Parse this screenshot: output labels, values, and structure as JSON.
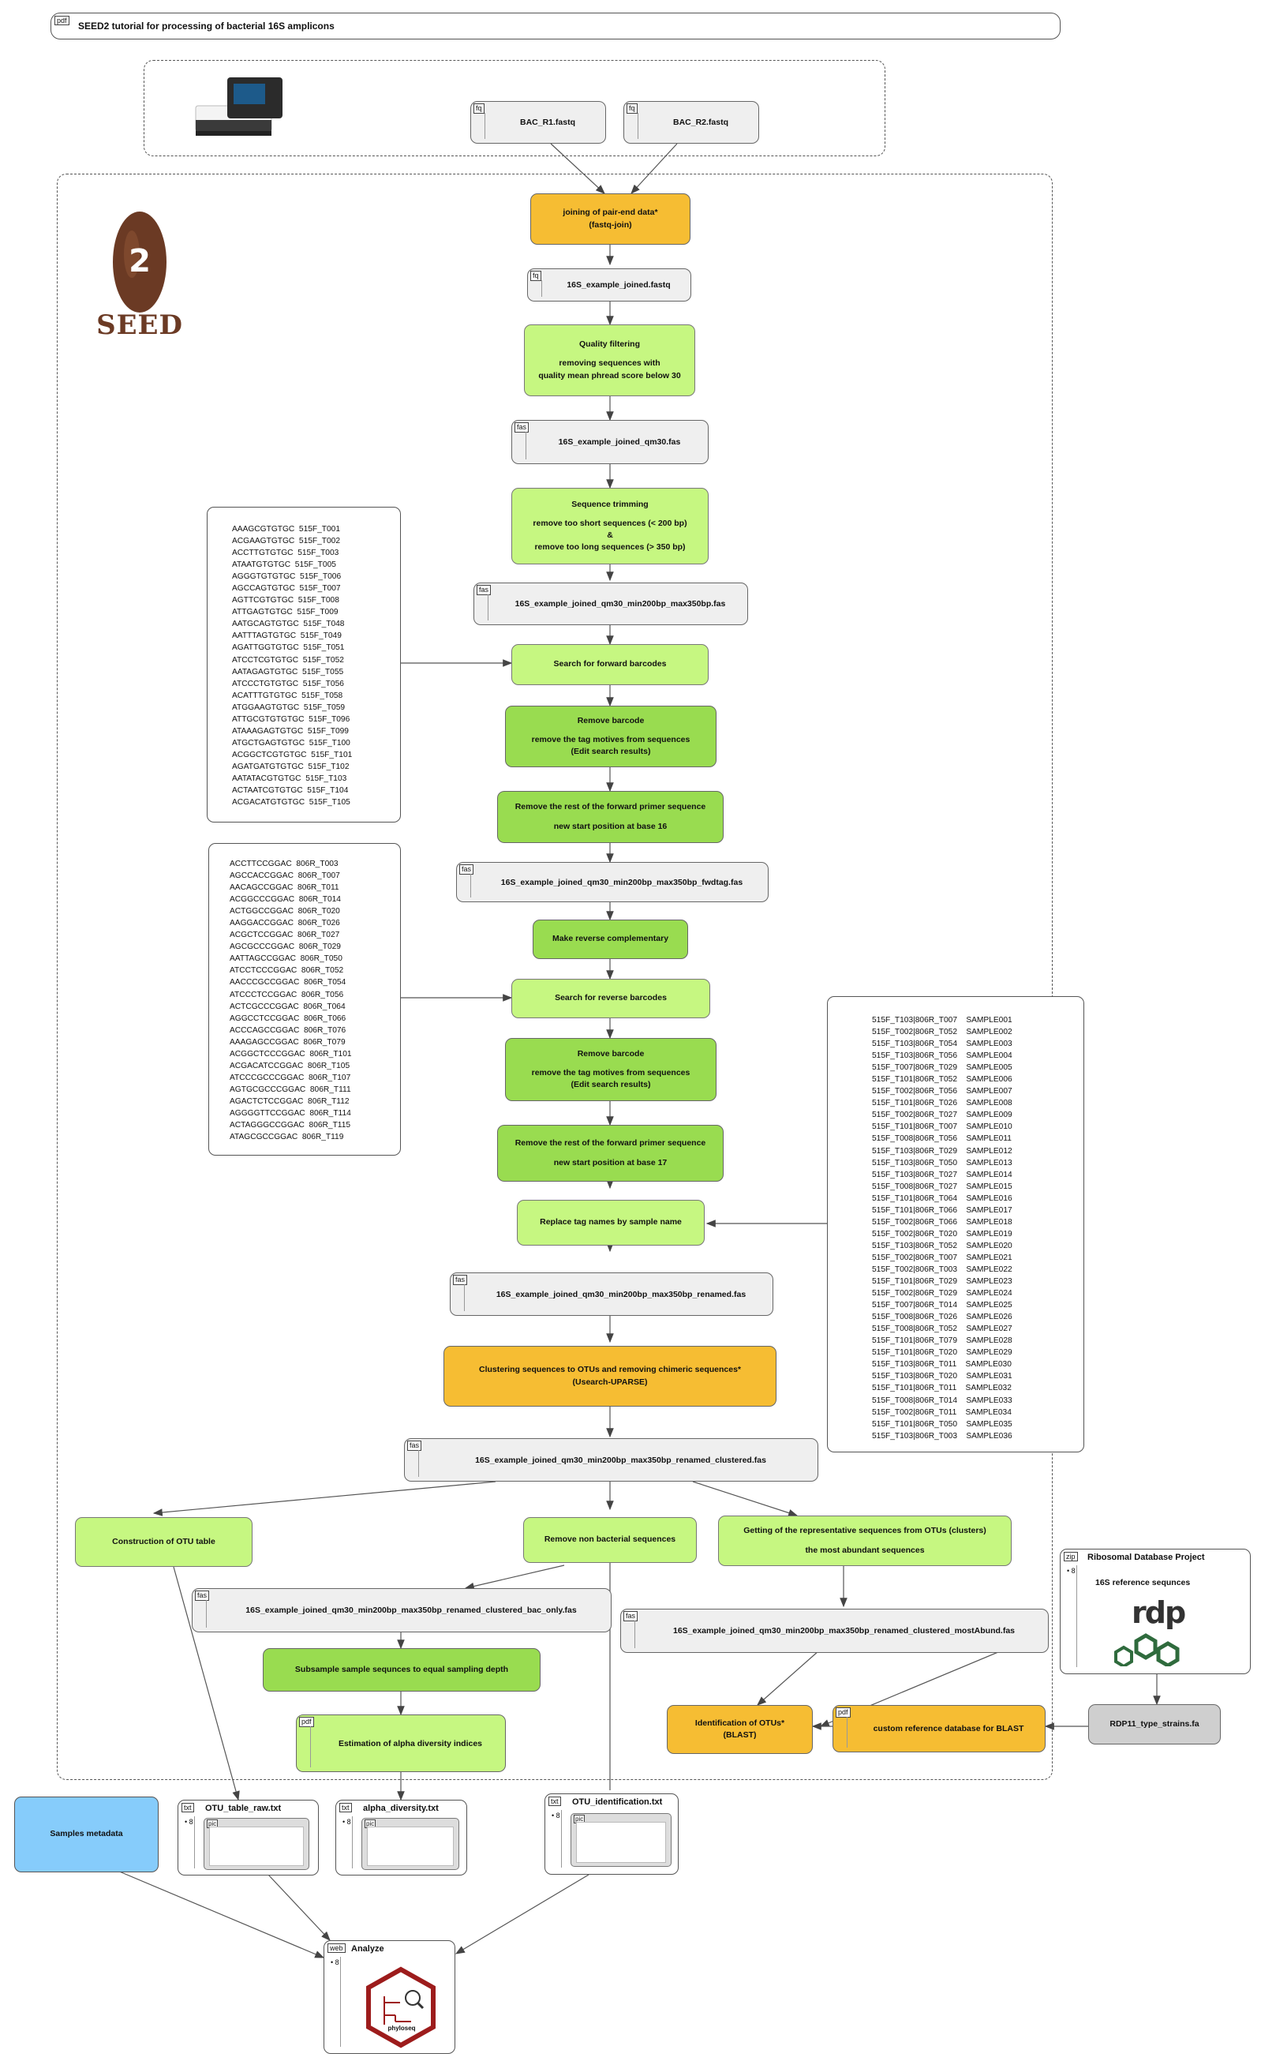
{
  "title": {
    "tag": "pdf",
    "text": "SEED2 tutorial for processing of bacterial 16S amplicons"
  },
  "logo": {
    "number": "2",
    "word": "SEED"
  },
  "inputs": {
    "r1": {
      "tag": "fq",
      "label": "BAC_R1.fastq"
    },
    "r2": {
      "tag": "fq",
      "label": "BAC_R2.fastq"
    }
  },
  "steps": {
    "join": {
      "l1": "joining of pair-end data*",
      "l2": "(fastq-join)"
    },
    "quality": {
      "l1": "Quality filtering",
      "l2": "removing sequences with",
      "l3": "quality mean phread score below 30"
    },
    "trim": {
      "l1": "Sequence trimming",
      "l2": "remove too short sequences (< 200 bp)",
      "l3": "&",
      "l4": "remove too long sequences (> 350 bp)"
    },
    "fwd_search": {
      "l1": "Search for forward barcodes"
    },
    "fwd_remove": {
      "l1": "Remove barcode",
      "l2": "remove the tag motives from sequences",
      "l3": "(Edit search results)"
    },
    "fwd_primer": {
      "l1": "Remove the rest of the forward primer sequence",
      "l2": "new start position at base 16"
    },
    "revcomp": {
      "l1": "Make reverse complementary"
    },
    "rev_search": {
      "l1": "Search for reverse barcodes"
    },
    "rev_remove": {
      "l1": "Remove barcode",
      "l2": "remove the tag motives from sequences",
      "l3": "(Edit search results)"
    },
    "rev_primer": {
      "l1": "Remove the rest of the forward primer sequence",
      "l2": "new start position at base 17"
    },
    "rename": {
      "l1": "Replace tag names by sample name"
    },
    "cluster": {
      "l1": "Clustering sequences to OTUs and removing chimeric sequences*",
      "l2": "(Usearch-UPARSE)"
    },
    "otu_table": {
      "l1": "Construction of OTU table"
    },
    "nonbac": {
      "l1": "Remove non bacterial sequences"
    },
    "repseq": {
      "l1": "Getting of the representative sequences from OTUs (clusters)",
      "l2": "the most abundant sequences"
    },
    "subsample": {
      "l1": "Subsample sample sequnces to equal sampling depth"
    },
    "identify": {
      "l1": "Identification of OTUs*",
      "l2": "(BLAST)"
    },
    "metadata": {
      "l1": "Samples metadata"
    }
  },
  "files": {
    "joined": {
      "tag": "fq",
      "label": "16S_example_joined.fastq"
    },
    "qm30": {
      "tag": "fas",
      "label": "16S_example_joined_qm30.fas"
    },
    "trimmed": {
      "tag": "fas",
      "label": "16S_example_joined_qm30_min200bp_max350bp.fas"
    },
    "fwdtag": {
      "tag": "fas",
      "label": "16S_example_joined_qm30_min200bp_max350bp_fwdtag.fas"
    },
    "renamed": {
      "tag": "fas",
      "label": "16S_example_joined_qm30_min200bp_max350bp_renamed.fas"
    },
    "clustered": {
      "tag": "fas",
      "label": "16S_example_joined_qm30_min200bp_max350bp_renamed_clustered.fas"
    },
    "bac_only": {
      "tag": "fas",
      "label": "16S_example_joined_qm30_min200bp_max350bp_renamed_clustered_bac_only.fas"
    },
    "most_abund": {
      "tag": "fas",
      "label": "16S_example_joined_qm30_min200bp_max350bp_renamed_clustered_mostAbund.fas"
    },
    "alpha": {
      "tag": "pdf",
      "label": "Estimation of alpha diversity indices"
    },
    "custom_db": {
      "tag": "pdf",
      "label": "custom reference database for BLAST"
    },
    "rdp_type": {
      "label": "RDP11_type_strains.fa"
    }
  },
  "cards": {
    "otu_raw": {
      "tag": "txt",
      "title": "OTU_table_raw.txt",
      "mark": "• 8",
      "thumb_tag": "pic"
    },
    "alpha_txt": {
      "tag": "txt",
      "title": "alpha_diversity.txt",
      "mark": "• 8",
      "thumb_tag": "pic"
    },
    "otu_ident": {
      "tag": "txt",
      "title": "OTU_identification.txt",
      "mark": "• 8",
      "thumb_tag": "pic"
    },
    "rdp": {
      "tag": "zip",
      "title": "Ribosomal Database Project",
      "subtitle": "16S reference sequnces",
      "mark": "• 8",
      "logo": "rdp"
    },
    "analyze": {
      "tag": "web",
      "title": "Analyze",
      "mark": "• 8",
      "logo": "phyloseq"
    }
  },
  "forward_barcodes": [
    "AAAGCGTGTGC  515F_T001",
    "ACGAAGTGTGC  515F_T002",
    "ACCTTGTGTGC  515F_T003",
    "ATAATGTGTGC  515F_T005",
    "AGGGTGTGTGC  515F_T006",
    "AGCCAGTGTGC  515F_T007",
    "AGTTCGTGTGC  515F_T008",
    "ATTGAGTGTGC  515F_T009",
    "AATGCAGTGTGC  515F_T048",
    "AATTTAGTGTGC  515F_T049",
    "AGATTGGTGTGC  515F_T051",
    "ATCCTCGTGTGC  515F_T052",
    "AATAGAGTGTGC  515F_T055",
    "ATCCCTGTGTGC  515F_T056",
    "ACATTTGTGTGC  515F_T058",
    "ATGGAAGTGTGC  515F_T059",
    "ATTGCGTGTGTGC  515F_T096",
    "ATAAAGAGTGTGC  515F_T099",
    "ATGCTGAGTGTGC  515F_T100",
    "ACGGCTCGTGTGC  515F_T101",
    "AGATGATGTGTGC  515F_T102",
    "AATATACGTGTGC  515F_T103",
    "ACTAATCGTGTGC  515F_T104",
    "ACGACATGTGTGC  515F_T105"
  ],
  "reverse_barcodes": [
    "ACCTTCCGGAC  806R_T003",
    "AGCCACCGGAC  806R_T007",
    "AACAGCCGGAC  806R_T011",
    "ACGGCCCGGAC  806R_T014",
    "ACTGGCCGGAC  806R_T020",
    "AAGGACCGGAC  806R_T026",
    "ACGCTCCGGAC  806R_T027",
    "AGCGCCCGGAC  806R_T029",
    "AATTAGCCGGAC  806R_T050",
    "ATCCTCCCGGAC  806R_T052",
    "AACCCGCCGGAC  806R_T054",
    "ATCCCTCCGGAC  806R_T056",
    "ACTCGCCCGGAC  806R_T064",
    "AGGCCTCCGGAC  806R_T066",
    "ACCCAGCCGGAC  806R_T076",
    "AAAGAGCCGGAC  806R_T079",
    "ACGGCTCCCGGAC  806R_T101",
    "ACGACATCCGGAC  806R_T105",
    "ATCCCGCCCGGAC  806R_T107",
    "AGTGCGCCCGGAC  806R_T111",
    "AGACTCTCCGGAC  806R_T112",
    "AGGGGTTCCGGAC  806R_T114",
    "ACTAGGGCCGGAC  806R_T115",
    "ATAGCGCCGGAC  806R_T119"
  ],
  "sample_map": [
    "515F_T103|806R_T007    SAMPLE001",
    "515F_T002|806R_T052    SAMPLE002",
    "515F_T103|806R_T054    SAMPLE003",
    "515F_T103|806R_T056    SAMPLE004",
    "515F_T007|806R_T029    SAMPLE005",
    "515F_T101|806R_T052    SAMPLE006",
    "515F_T002|806R_T056    SAMPLE007",
    "515F_T101|806R_T026    SAMPLE008",
    "515F_T002|806R_T027    SAMPLE009",
    "515F_T101|806R_T007    SAMPLE010",
    "515F_T008|806R_T056    SAMPLE011",
    "515F_T103|806R_T029    SAMPLE012",
    "515F_T103|806R_T050    SAMPLE013",
    "515F_T103|806R_T027    SAMPLE014",
    "515F_T008|806R_T027    SAMPLE015",
    "515F_T101|806R_T064    SAMPLE016",
    "515F_T101|806R_T066    SAMPLE017",
    "515F_T002|806R_T066    SAMPLE018",
    "515F_T002|806R_T020    SAMPLE019",
    "515F_T103|806R_T052    SAMPLE020",
    "515F_T002|806R_T007    SAMPLE021",
    "515F_T002|806R_T003    SAMPLE022",
    "515F_T101|806R_T029    SAMPLE023",
    "515F_T002|806R_T029    SAMPLE024",
    "515F_T007|806R_T014    SAMPLE025",
    "515F_T008|806R_T026    SAMPLE026",
    "515F_T008|806R_T052    SAMPLE027",
    "515F_T101|806R_T079    SAMPLE028",
    "515F_T101|806R_T020    SAMPLE029",
    "515F_T103|806R_T011    SAMPLE030",
    "515F_T103|806R_T020    SAMPLE031",
    "515F_T101|806R_T011    SAMPLE032",
    "515F_T008|806R_T014    SAMPLE033",
    "515F_T002|806R_T011    SAMPLE034",
    "515F_T101|806R_T050    SAMPLE035",
    "515F_T103|806R_T003    SAMPLE036"
  ],
  "colors": {
    "orange": "#f6bd33",
    "light_green": "#c6f781",
    "mid_green": "#99dc50",
    "blue": "#86ccfb",
    "gray": "#cfcfcf"
  }
}
